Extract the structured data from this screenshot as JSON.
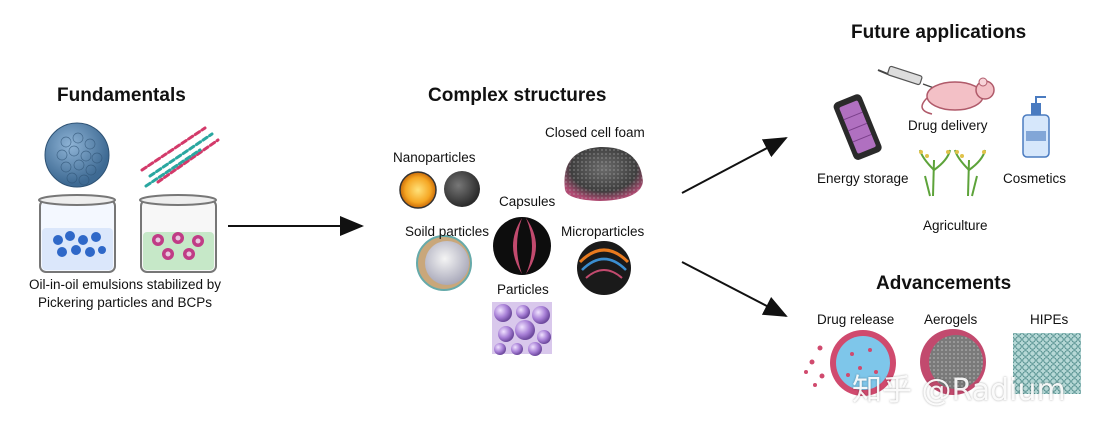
{
  "sections": {
    "fundamentals": {
      "title": "Fundamentals",
      "caption_line1": "Oil-in-oil emulsions stabilized by",
      "caption_line2": "Pickering particles and BCPs"
    },
    "complex": {
      "title": "Complex structures",
      "labels": {
        "closed_cell_foam": "Closed cell foam",
        "nanoparticles": "Nanoparticles",
        "capsules": "Capsules",
        "solid_particles": "Soild particles",
        "microparticles": "Microparticles",
        "particles": "Particles"
      }
    },
    "future": {
      "title": "Future applications",
      "labels": {
        "drug_delivery": "Drug delivery",
        "energy_storage": "Energy storage",
        "cosmetics": "Cosmetics",
        "agriculture": "Agriculture"
      }
    },
    "advancements": {
      "title": "Advancements",
      "labels": {
        "drug_release": "Drug release",
        "aerogels": "Aerogels",
        "hipes": "HIPEs"
      }
    }
  },
  "watermark": "知乎 @Radium",
  "colors": {
    "text": "#111111",
    "arrow": "#111111",
    "nanoparticle_gold": "#f5a623",
    "nanoparticle_gray": "#444444",
    "capsule_pink": "#c24a6e",
    "particle_purple": "#a77fd6",
    "battery_purple": "#b070c0",
    "drug_release_blue": "#7ec6ea"
  }
}
